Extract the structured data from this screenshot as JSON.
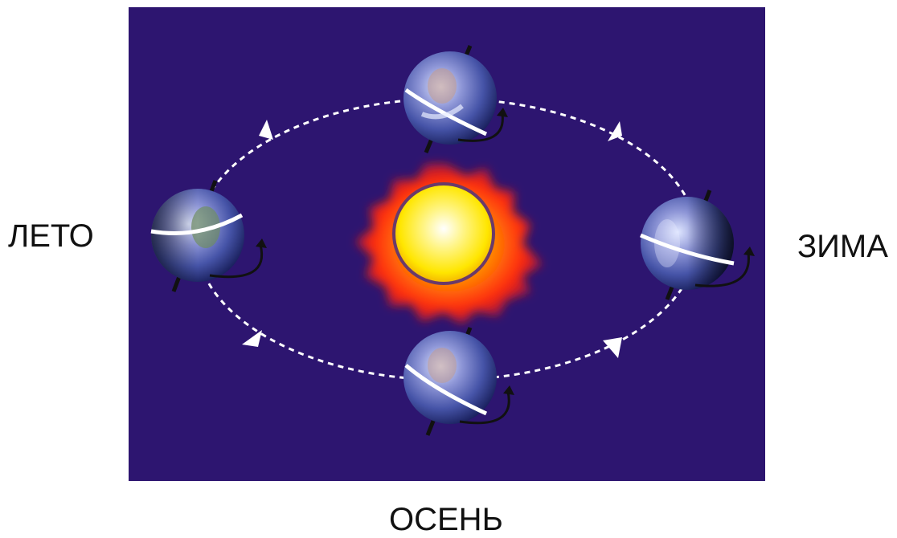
{
  "labels": {
    "left": "ЛЕТО",
    "right": "ЗИМА",
    "bottom": "ОСЕНЬ"
  },
  "colors": {
    "background": "#ffffff",
    "space": "#2d1570",
    "orbit": "#ffffff",
    "sun_core": "#ffe600",
    "sun_corona": "#ff3b10"
  },
  "icons": [
    "sun-icon",
    "earth-globe-icon",
    "orbit-direction-arrow-icon",
    "rotation-arrow-icon"
  ]
}
